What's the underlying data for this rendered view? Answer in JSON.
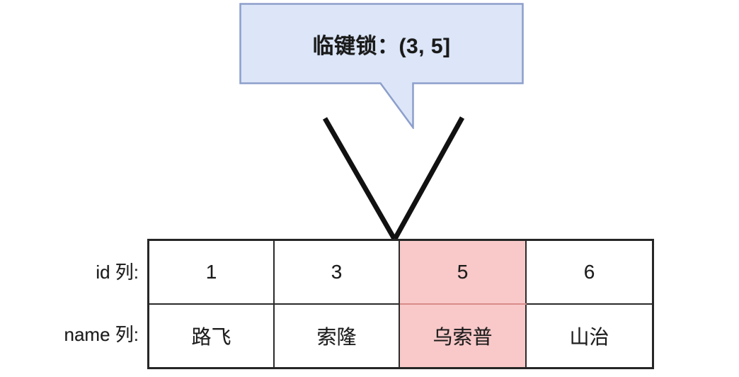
{
  "callout": {
    "text": "临键锁：(3, 5]",
    "fill_color": "#dce6f8",
    "border_color": "#8c9ecb"
  },
  "pointer": {
    "color": "#111111",
    "target_label": "gap-before-id-5"
  },
  "table": {
    "row_labels": {
      "id": "id 列:",
      "name": "name 列:"
    },
    "highlight_color": "#f9c9c9",
    "highlighted_column_index": 2,
    "columns": [
      {
        "id": "1",
        "name": "路飞",
        "highlighted": false
      },
      {
        "id": "3",
        "name": "索隆",
        "highlighted": false
      },
      {
        "id": "5",
        "name": "乌索普",
        "highlighted": true
      },
      {
        "id": "6",
        "name": "山治",
        "highlighted": false
      }
    ]
  }
}
